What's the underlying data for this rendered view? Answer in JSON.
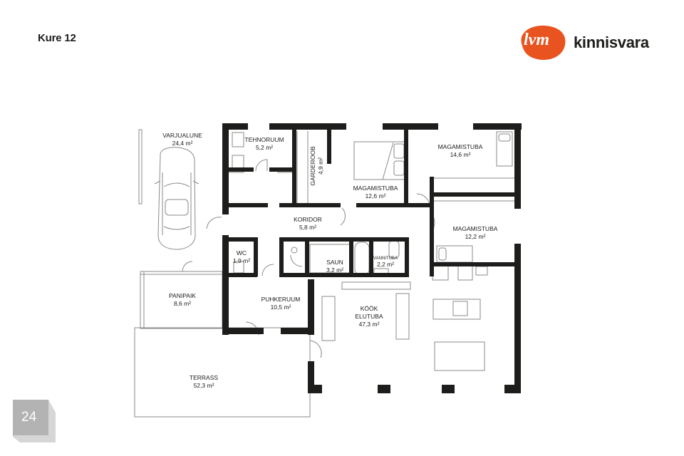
{
  "header": {
    "title": "Kure 12",
    "logo": {
      "mark": "lvm",
      "wordmark": "kinnisvara",
      "brand_color": "#e8531f"
    }
  },
  "page_number": "24",
  "rooms": [
    {
      "id": "varjualune",
      "name": "VARJUALUNE",
      "area": "24,4 m²"
    },
    {
      "id": "tehnoruum",
      "name": "TEHNORUUM",
      "area": "5,2 m²"
    },
    {
      "id": "garderoob",
      "name": "GARDEROOB",
      "area": "4,9 m²"
    },
    {
      "id": "magamistuba-1",
      "name": "MAGAMISTUBA",
      "area": "12,6 m²"
    },
    {
      "id": "magamistuba-2",
      "name": "MAGAMISTUBA",
      "area": "14,6 m²"
    },
    {
      "id": "koridor",
      "name": "KORIDOR",
      "area": "5,8 m²"
    },
    {
      "id": "magamistuba-3",
      "name": "MAGAMISTUBA",
      "area": "12,2 m²"
    },
    {
      "id": "wc",
      "name": "WC",
      "area": "1,9 m²"
    },
    {
      "id": "saun",
      "name": "SAUN",
      "area": "3,2 m²"
    },
    {
      "id": "vannituba",
      "name": "VANNITUBA",
      "area": "2,2 m²"
    },
    {
      "id": "panipaik",
      "name": "PANIPAIK",
      "area": "8,6 m²"
    },
    {
      "id": "puhkeruum",
      "name": "PUHKERUUM",
      "area": "10,5 m²"
    },
    {
      "id": "kook-elutuba",
      "name": "KÖÖK",
      "name2": "ELUTUBA",
      "area": "47,3 m²"
    },
    {
      "id": "terrass",
      "name": "TERRASS",
      "area": "52,3 m²"
    }
  ],
  "colors": {
    "wall": "#1d1d1b",
    "line": "#8a8a8a",
    "badge": "#b3b3b3"
  }
}
